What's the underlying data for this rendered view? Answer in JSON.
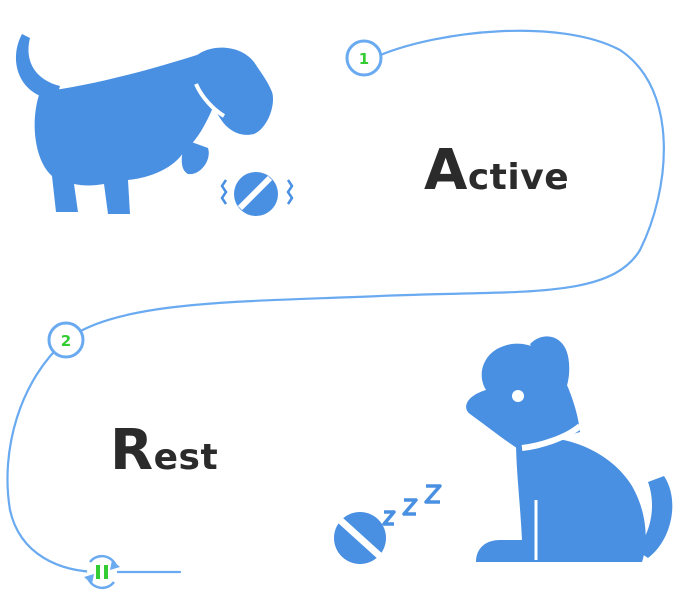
{
  "stages": [
    {
      "number": "1",
      "title_initial": "A",
      "title_rest": "ctive",
      "icon": "playful-dog-icon",
      "toy_icon": "bouncing-ball-icon"
    },
    {
      "number": "2",
      "title_initial": "R",
      "title_rest": "est",
      "icon": "sitting-dog-icon",
      "toy_icon": "resting-ball-icon",
      "sleep_icon": "zzz-icon"
    }
  ],
  "end_icon": "pause-cycle-icon",
  "colors": {
    "accent": "#4a90e2",
    "path": "#6aaaf0",
    "marker_border": "#6aaaf0",
    "number": "#33cc33",
    "text": "#2b2b2b"
  }
}
